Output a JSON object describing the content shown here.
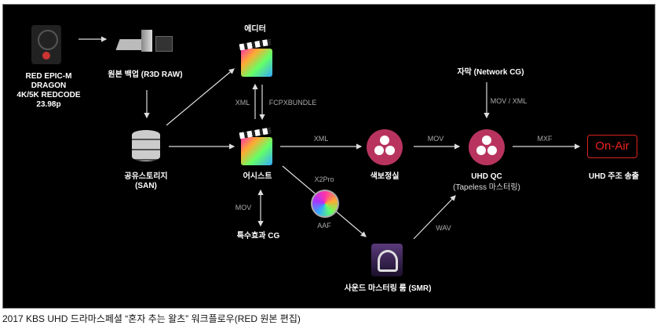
{
  "nodes": {
    "camera": [
      "RED EPIC-M",
      "DRAGON",
      "4K/5K REDCODE",
      "23.98p"
    ],
    "backup": "원본 백업 (R3D RAW)",
    "editor": "에디터",
    "san": [
      "공유스토리지",
      "(SAN)"
    ],
    "assist": "어시스트",
    "color": "색보정실",
    "qc": [
      "UHD QC",
      "(Tapeless 마스터링)"
    ],
    "network_cg": "자막 (Network CG)",
    "onair": "On-Air",
    "onair_label": "UHD 주조 송출",
    "vfx": "특수효과 CG",
    "smr": "사운드 마스터링 룸 (SMR)"
  },
  "edges": {
    "xml_up": "XML",
    "fcpx": "FCPXBUNDLE",
    "xml_color": "XML",
    "mov_qc": "MOV",
    "mxf": "MXF",
    "mov_xml": "MOV / XML",
    "x2pro": "X2Pro",
    "aaf": "AAF",
    "wav": "WAV",
    "mov_vfx": "MOV"
  },
  "caption": "2017 KBS UHD 드라마스페셜 “혼자 추는 왈츠” 워크플로우(RED 원본 편집)"
}
